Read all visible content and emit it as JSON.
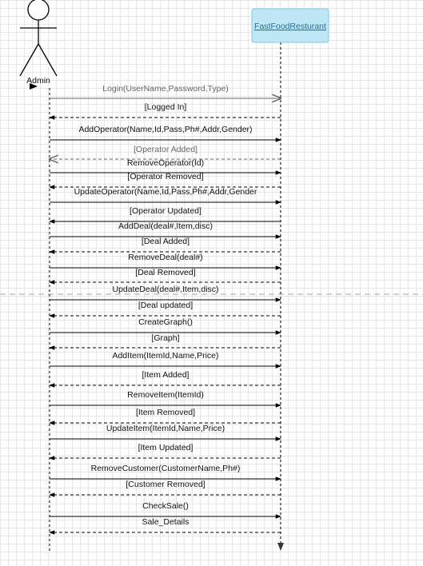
{
  "actor": {
    "name": "Admin"
  },
  "system": {
    "name": "FastFoodResturant",
    "fill": "#bfe6f5",
    "stroke": "#7fc8e3"
  },
  "messages": [
    {
      "label": "Login(UserName,Password,Type)",
      "dir": "right",
      "style": "open-faded"
    },
    {
      "label": "[Logged In]",
      "dir": "left",
      "style": "dashed"
    },
    {
      "label": "AddOperator(Name,Id,Pass,Ph#,Addr,Gender)",
      "dir": "right",
      "style": "solid"
    },
    {
      "label": "[Operator Added]",
      "dir": "left",
      "style": "dashed-open-faded"
    },
    {
      "label": "RemoveOperator(Id)",
      "dir": "right",
      "style": "solid"
    },
    {
      "label": "[Operator Removed]",
      "dir": "left",
      "style": "dashed"
    },
    {
      "label": "UpdateOperator(Name,Id,Pass,Ph#,Addr,Gender",
      "dir": "right",
      "style": "solid"
    },
    {
      "label": "[Operator Updated]",
      "dir": "left",
      "style": "solid"
    },
    {
      "label": "AddDeal(deal#,Item,disc)",
      "dir": "right",
      "style": "solid"
    },
    {
      "label": "[Deal Added]",
      "dir": "left",
      "style": "dashed"
    },
    {
      "label": "RemoveDeal(deal#)",
      "dir": "right",
      "style": "solid"
    },
    {
      "label": "[Deal Removed]",
      "dir": "left",
      "style": "dashed"
    },
    {
      "label": "UpdateDeal(deal#,Item,disc)",
      "dir": "right",
      "style": "solid"
    },
    {
      "label": "[Deal updated]",
      "dir": "left",
      "style": "dashed"
    },
    {
      "label": "CreateGraph()",
      "dir": "right",
      "style": "solid"
    },
    {
      "label": "[Graph]",
      "dir": "left",
      "style": "dashed"
    },
    {
      "label": "AddItem(ItemId,Name,Price)",
      "dir": "right",
      "style": "solid"
    },
    {
      "label": "[Item Added]",
      "dir": "left",
      "style": "dashed"
    },
    {
      "label": "RemoveItem(ItemId)",
      "dir": "right",
      "style": "solid"
    },
    {
      "label": "[Item Removed]",
      "dir": "left",
      "style": "dashed"
    },
    {
      "label": "UpdateItem(ItemId,Name,Price)",
      "dir": "right",
      "style": "solid"
    },
    {
      "label": "[Item Updated]",
      "dir": "left",
      "style": "dashed"
    },
    {
      "label": "RemoveCustomer(CustomerName,Ph#)",
      "dir": "right",
      "style": "solid"
    },
    {
      "label": "[Customer Removed]",
      "dir": "left",
      "style": "dashed"
    },
    {
      "label": "CheckSale()",
      "dir": "right",
      "style": "solid"
    },
    {
      "label": "Sale_Details",
      "dir": "left",
      "style": "dashed"
    }
  ]
}
